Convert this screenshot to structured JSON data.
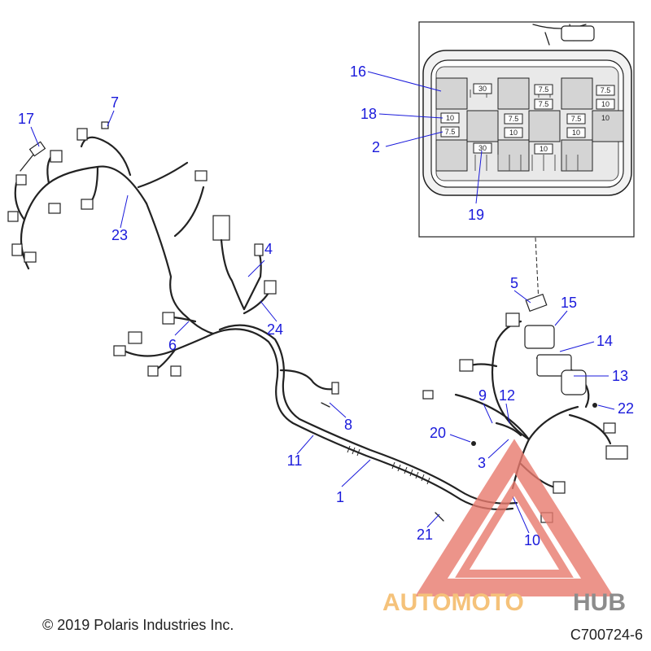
{
  "callouts": {
    "c1": "1",
    "c2": "2",
    "c3": "3",
    "c4": "4",
    "c5": "5",
    "c6": "6",
    "c7": "7",
    "c8": "8",
    "c9": "9",
    "c10": "10",
    "c11": "11",
    "c12": "12",
    "c13": "13",
    "c14": "14",
    "c15": "15",
    "c16": "16",
    "c17": "17",
    "c18": "18",
    "c19": "19",
    "c20": "20",
    "c21": "21",
    "c22": "22",
    "c23": "23",
    "c24": "24"
  },
  "fuse_labels": {
    "f30a": "30",
    "f30b": "30",
    "f75a": "7.5",
    "f75b": "7.5",
    "f75c": "7.5",
    "f75d": "7.5",
    "f75e": "7.5",
    "f75f": "7.5",
    "f10a": "10",
    "f10b": "10",
    "f10c": "10",
    "f10d": "10",
    "f10e": "10",
    "f10f": "10"
  },
  "footer": {
    "copyright": "© 2019 Polaris Industries Inc.",
    "diagram_id": "C700724-6"
  },
  "watermark": {
    "part1": "AUTOMOTO",
    "part2": "HUB",
    "color_primary": "#e87a6e",
    "color_secondary": "#f3b45a",
    "color_dark": "#707070"
  },
  "colors": {
    "callout": "#1a1adb",
    "line": "#222222"
  }
}
